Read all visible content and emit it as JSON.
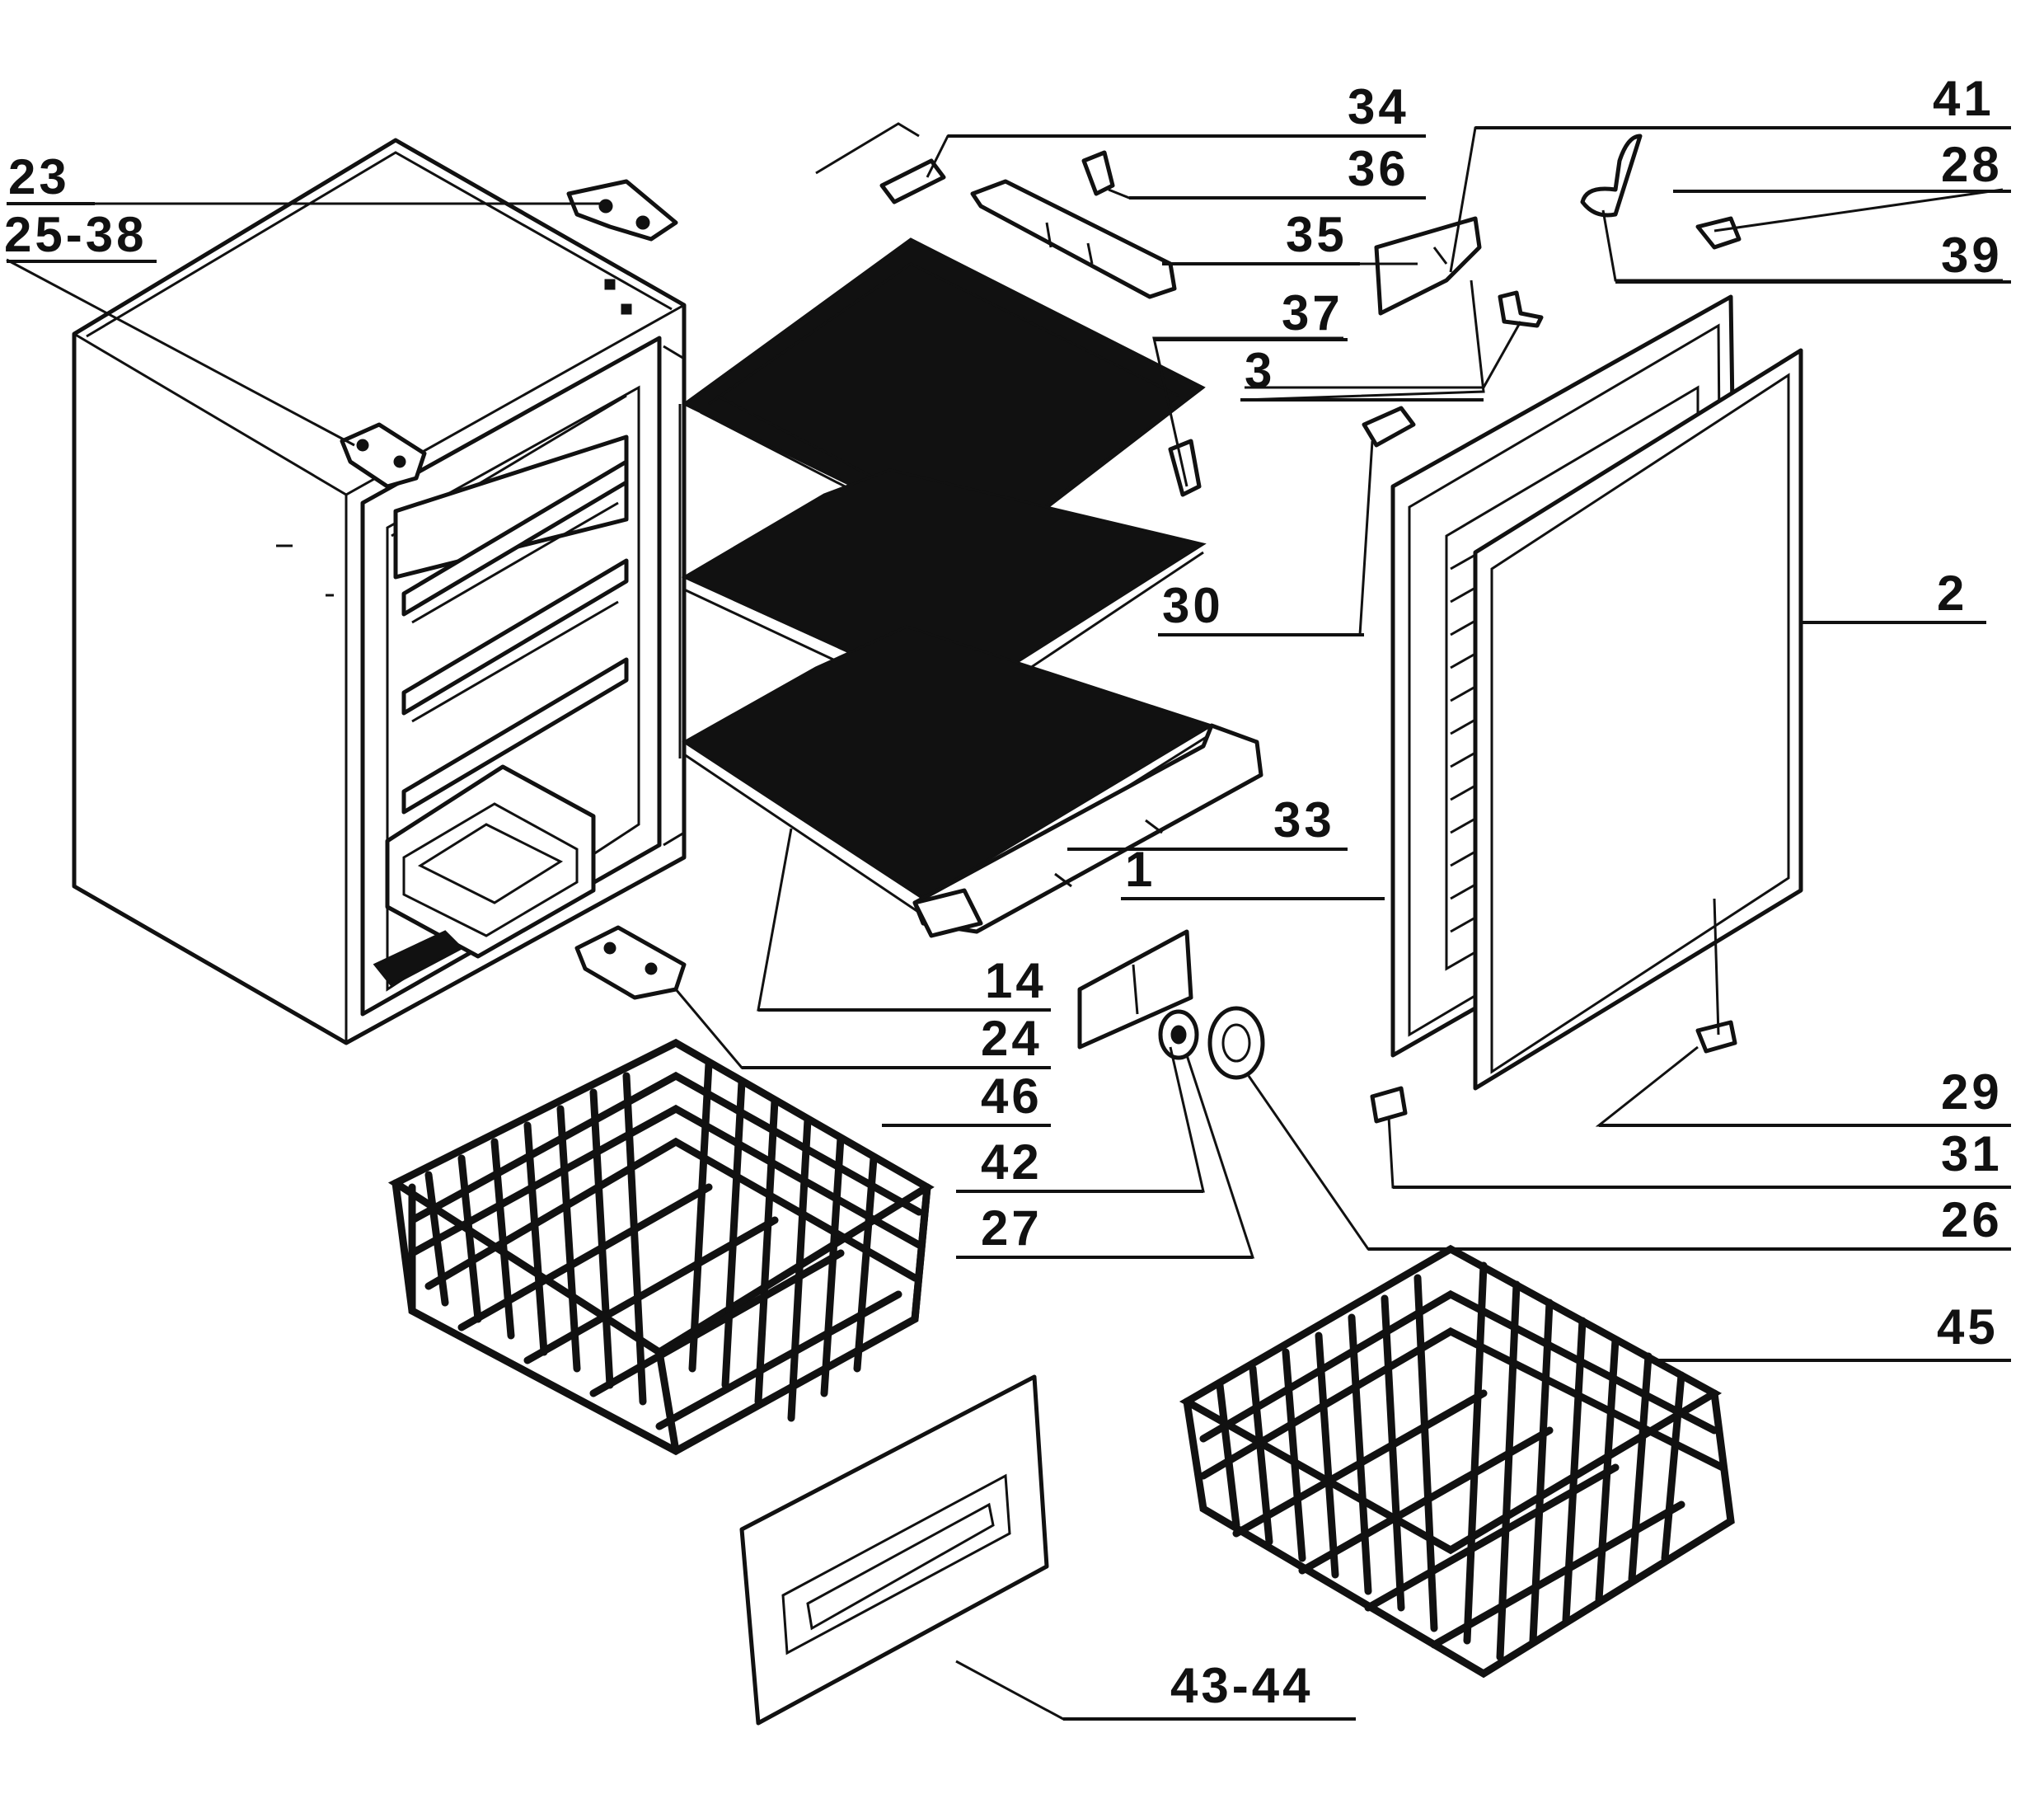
{
  "labels": [
    {
      "id": "23",
      "text": "23"
    },
    {
      "id": "25-38",
      "text": "25-38"
    },
    {
      "id": "34",
      "text": "34"
    },
    {
      "id": "36",
      "text": "36"
    },
    {
      "id": "35",
      "text": "35"
    },
    {
      "id": "37",
      "text": "37"
    },
    {
      "id": "3",
      "text": "3"
    },
    {
      "id": "41",
      "text": "41"
    },
    {
      "id": "28",
      "text": "28"
    },
    {
      "id": "39",
      "text": "39"
    },
    {
      "id": "2",
      "text": "2"
    },
    {
      "id": "30",
      "text": "30"
    },
    {
      "id": "33",
      "text": "33"
    },
    {
      "id": "1",
      "text": "1"
    },
    {
      "id": "14",
      "text": "14"
    },
    {
      "id": "24",
      "text": "24"
    },
    {
      "id": "46",
      "text": "46"
    },
    {
      "id": "42",
      "text": "42"
    },
    {
      "id": "27",
      "text": "27"
    },
    {
      "id": "29",
      "text": "29"
    },
    {
      "id": "31",
      "text": "31"
    },
    {
      "id": "26",
      "text": "26"
    },
    {
      "id": "45",
      "text": "45"
    },
    {
      "id": "43-44",
      "text": "43-44"
    }
  ],
  "colors": {
    "ink": "#111111",
    "paper": "#ffffff"
  }
}
